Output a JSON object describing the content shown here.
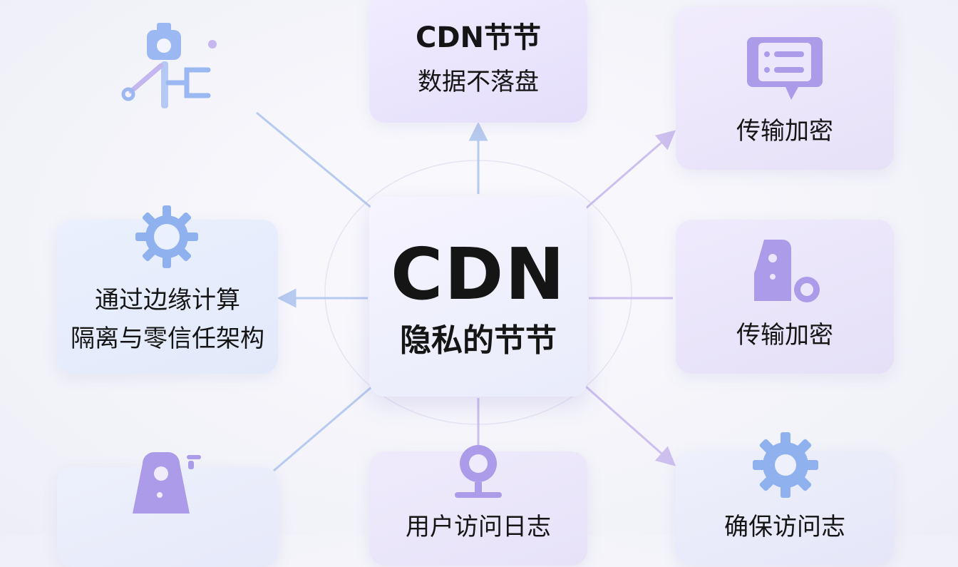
{
  "center": {
    "title": "CDN",
    "subtitle": "隐私的节节"
  },
  "nodes": {
    "top": {
      "line1": "CDN节节",
      "line2": "数据不落盘"
    },
    "top_right": {
      "label": "传输加密",
      "icon": "message-icon"
    },
    "mid_right": {
      "label": "传输加密",
      "icon": "lock-icon"
    },
    "mid_left": {
      "line1": "通过边缘计算",
      "line2": "隔离与零信任架构",
      "icon": "gear-icon"
    },
    "bottom_mid": {
      "label": "用户访问日志",
      "icon": "webcam-icon"
    },
    "bottom_right": {
      "label": "确保访问志",
      "icon": "gear-icon"
    },
    "bottom_left": {
      "icon": "user-icon"
    },
    "top_left": {
      "icon": "network-camera-icon"
    }
  },
  "colors": {
    "blue": "#8fb2ef",
    "purple": "#ac9be9",
    "connector_blue": "#b7caef",
    "connector_purple": "#cdbfee"
  }
}
